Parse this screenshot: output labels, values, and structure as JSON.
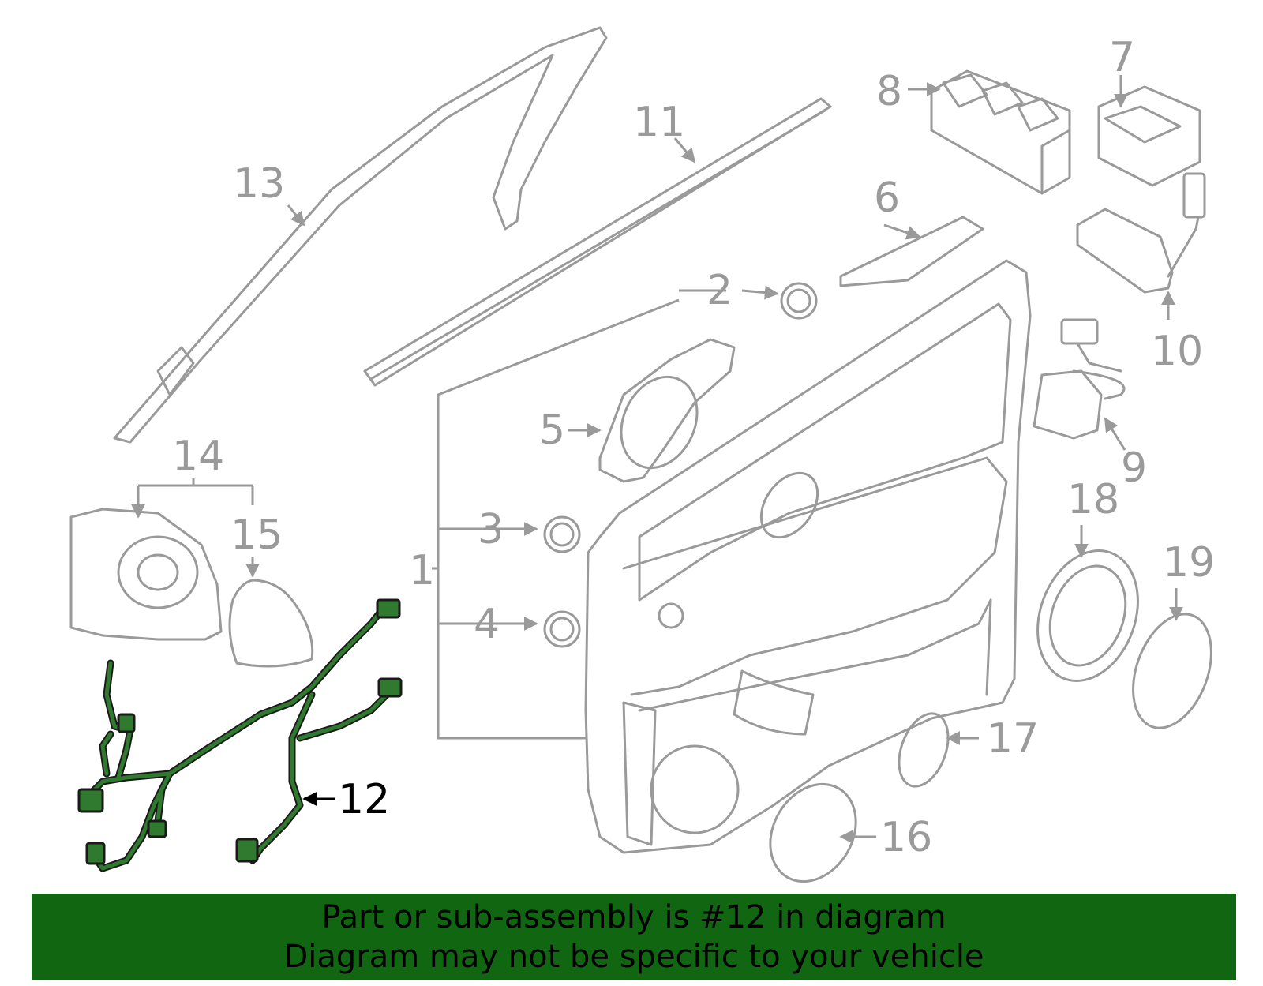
{
  "callouts": {
    "c1": "1",
    "c2": "2",
    "c3": "3",
    "c4": "4",
    "c5": "5",
    "c6": "6",
    "c7": "7",
    "c8": "8",
    "c9": "9",
    "c10": "10",
    "c11": "11",
    "c12": "12",
    "c13": "13",
    "c14": "14",
    "c15": "15",
    "c16": "16",
    "c17": "17",
    "c18": "18",
    "c19": "19"
  },
  "highlighted_part": "12",
  "colors": {
    "highlight": "#2f7a2f",
    "banner": "#116611",
    "part_lines": "#9a9a9a"
  },
  "banner": {
    "line1": "Part or sub-assembly is #12 in diagram",
    "line2": "Diagram may not be specific to your vehicle"
  }
}
